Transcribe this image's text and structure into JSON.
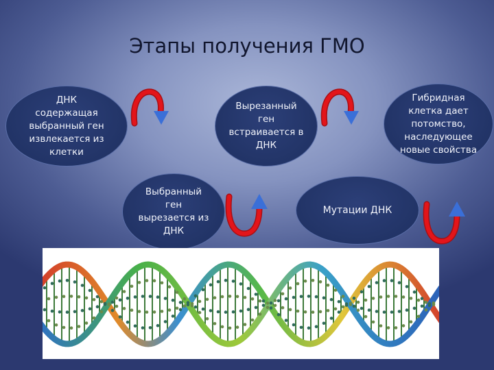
{
  "title": "Этапы получения ГМО",
  "steps": {
    "extract": [
      "ДНК",
      "содержащая",
      "выбранный ген",
      "извлекается из",
      "клетки"
    ],
    "insert": [
      "Вырезанный",
      "ген",
      "встраивается в",
      "ДНК"
    ],
    "hybrid": [
      "Гибридная",
      "клетка дает",
      "потомство,",
      "наследующее",
      "новые свойства"
    ],
    "cut": [
      "Выбранный",
      "ген",
      "вырезается из",
      "ДНК"
    ],
    "mutation": [
      "Мутации ДНК"
    ]
  },
  "colors": {
    "node_fill": "#223467",
    "arrow_red": "#e3151a",
    "arrow_blue": "#3a6fd8"
  },
  "image": {
    "subject": "dna-double-helix"
  }
}
